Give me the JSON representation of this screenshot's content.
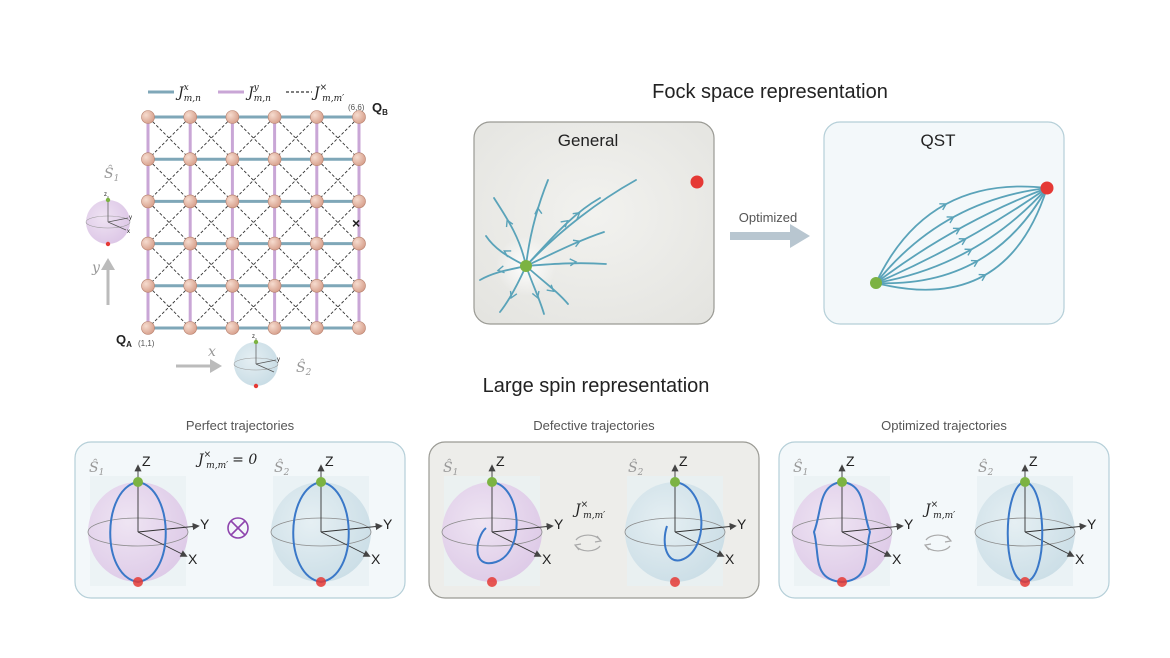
{
  "lattice": {
    "legend": {
      "jx_base": "J",
      "jx_sup": "x",
      "jx_sub": "m,n",
      "jy_base": "J",
      "jy_sup": "y",
      "jy_sub": "m,n",
      "jc_base": "J",
      "jc_sup": "×",
      "jc_sub": "m,m′"
    },
    "corner_b_coord": "(6,6)",
    "corner_b_label": "Q",
    "corner_b_label_sub": "B",
    "corner_a_coord": "(1,1)",
    "corner_a_label": "Q",
    "corner_a_label_sub": "A",
    "cross_mark": "×",
    "y_axis": "y",
    "x_axis": "x",
    "s1_label": "Ŝ",
    "s1_sub": "1",
    "s2_label": "Ŝ",
    "s2_sub": "2",
    "sphere_z": "z",
    "sphere_y": "y",
    "sphere_x": "x"
  },
  "fock": {
    "title": "Fock space representation",
    "general_label": "General",
    "qst_label": "QST",
    "arrow_label": "Optimized"
  },
  "spin": {
    "title": "Large spin representation",
    "panels": [
      {
        "title": "Perfect trajectories",
        "s1": "Ŝ",
        "s1_sub": "1",
        "s2": "Ŝ",
        "s2_sub": "2",
        "eq": "= 0",
        "j_base": "J",
        "j_sup": "×",
        "j_sub": "m,m′",
        "otimes": "⊗"
      },
      {
        "title": "Defective trajectories",
        "s1": "Ŝ",
        "s1_sub": "1",
        "s2": "Ŝ",
        "s2_sub": "2",
        "j_base": "J",
        "j_sup": "×",
        "j_sub": "m,m′"
      },
      {
        "title": "Optimized trajectories",
        "s1": "Ŝ",
        "s1_sub": "1",
        "s2": "Ŝ",
        "s2_sub": "2",
        "j_base": "J",
        "j_sup": "×",
        "j_sub": "m,m′"
      }
    ],
    "axis_z": "Z",
    "axis_y": "Y",
    "axis_x": "X"
  },
  "colors": {
    "node": "#e8b8a6",
    "coupling_x": "#7fa7b8",
    "coupling_y": "#c9a6d6",
    "trajectory": "#5aa3b9",
    "start_point": "#7cb342",
    "end_point": "#e53935",
    "sphere_curve": "#3a78c8",
    "panel_grey": "#ededea",
    "panel_blue": "#f3f8fa"
  }
}
